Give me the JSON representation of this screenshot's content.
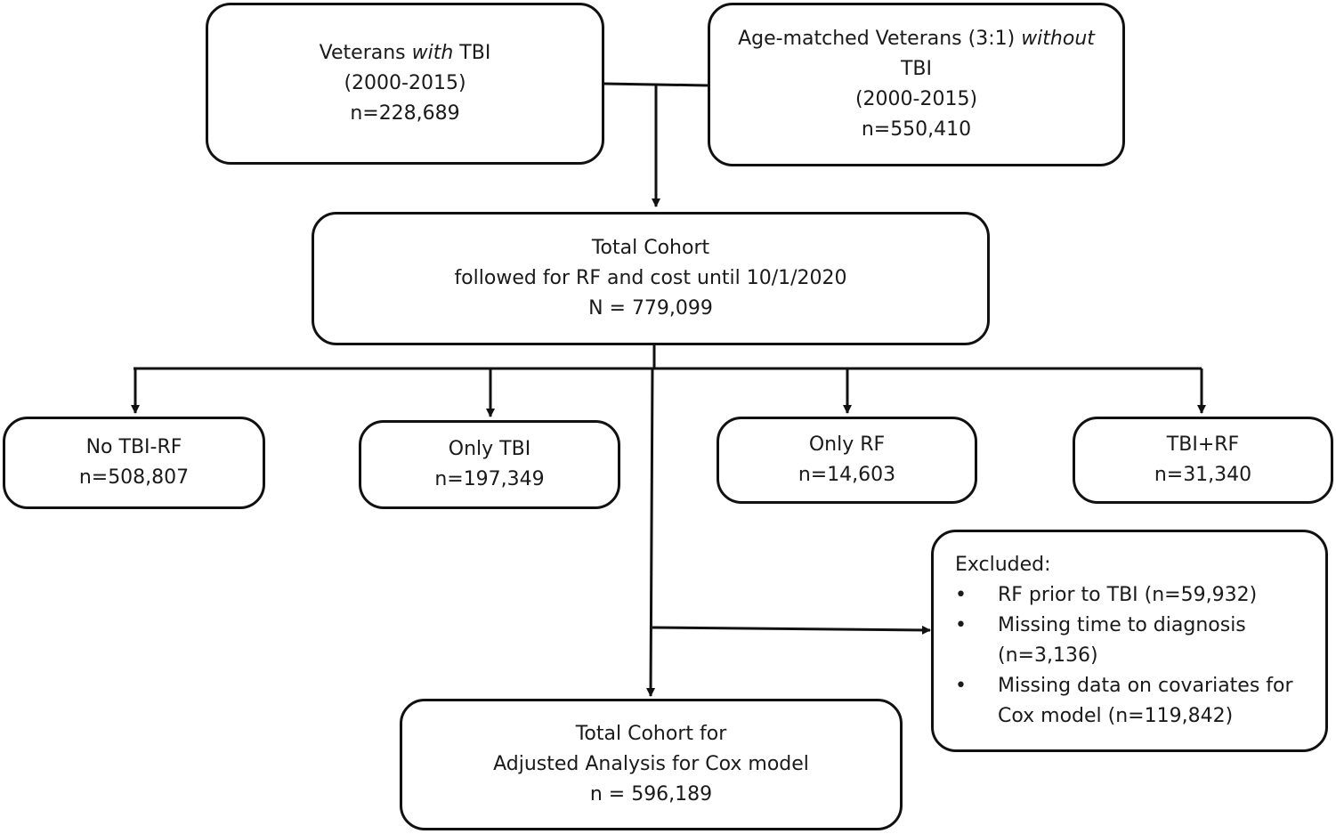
{
  "boxes": {
    "tbi": {
      "line1_pre": "Veterans ",
      "line1_em": "with",
      "line1_post": " TBI",
      "years": "(2000-2015)",
      "n": "n=228,689"
    },
    "no_tbi": {
      "line1_pre": "Age-matched Veterans (3:1) ",
      "line1_em": "without",
      "line2": "TBI",
      "years": "(2000-2015)",
      "n": "n=550,410"
    },
    "total": {
      "line1": "Total Cohort",
      "line2": "followed for RF and cost until 10/1/2020",
      "n": "N = 779,099"
    },
    "no_tbi_rf": {
      "label": "No TBI-RF",
      "n": "n=508,807"
    },
    "only_tbi": {
      "label": "Only TBI",
      "n": "n=197,349"
    },
    "only_rf": {
      "label": "Only RF",
      "n": "n=14,603"
    },
    "tbi_rf": {
      "label": "TBI+RF",
      "n": "n=31,340"
    },
    "excluded": {
      "title": "Excluded:",
      "item1": "RF prior to TBI (n=59,932)",
      "item2a": "Missing time to diagnosis",
      "item2b": "(n=3,136)",
      "item3a": "Missing data on covariates for",
      "item3b": "Cox model (n=119,842)"
    },
    "final": {
      "line1": "Total Cohort for",
      "line2": "Adjusted Analysis for Cox model",
      "n": "n = 596,189"
    }
  }
}
